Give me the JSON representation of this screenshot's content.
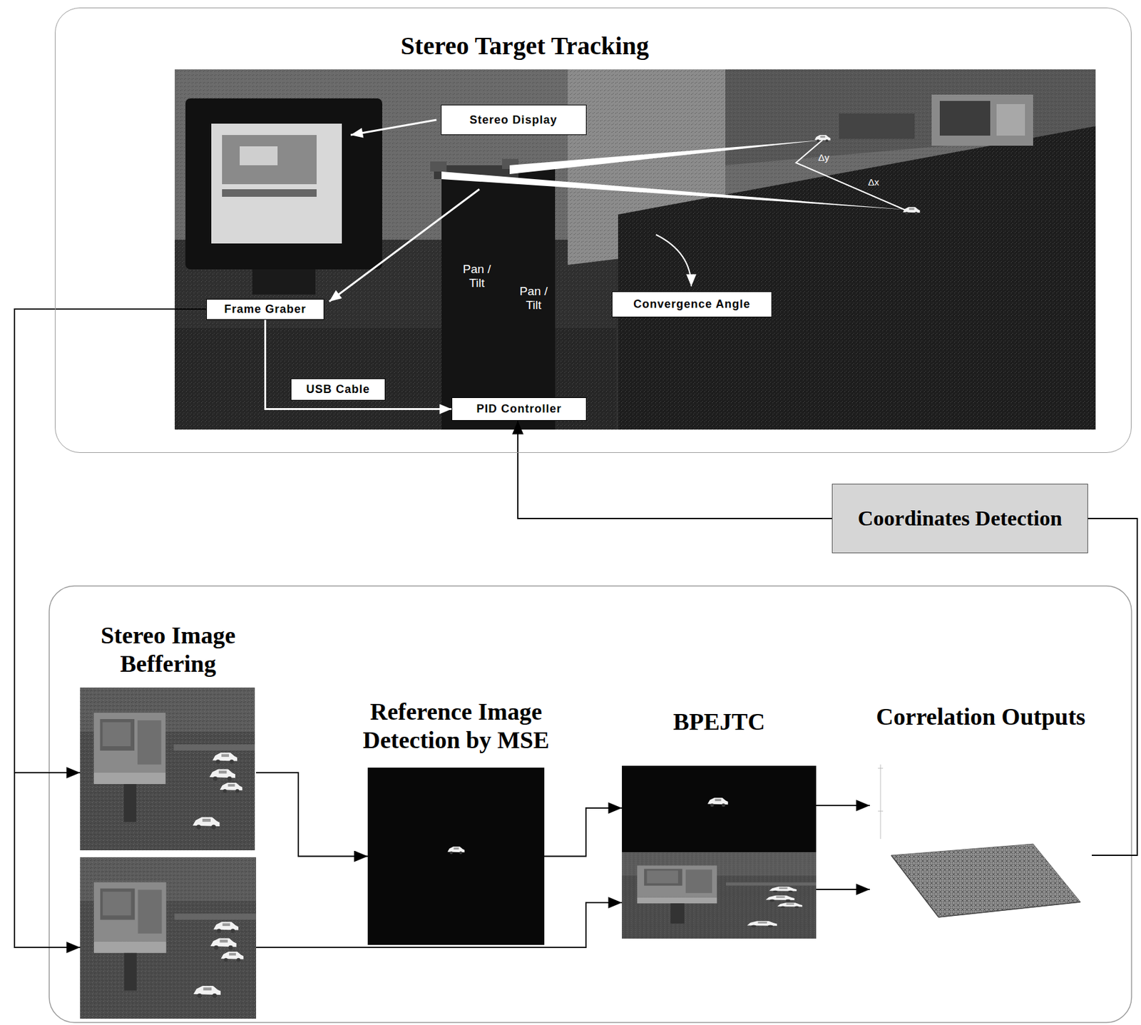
{
  "diagram": {
    "nodes": [
      {
        "text": [
          "Stereo Target Tracking"
        ]
      },
      {
        "text": [
          "Stereo Display"
        ],
        "in": 0
      },
      {
        "text": [
          "Frame Graber"
        ],
        "in": 0
      },
      {
        "text": [
          "Convergence Angle"
        ],
        "in": 0
      },
      {
        "text": [
          "PID Controller"
        ],
        "in": 0
      },
      {
        "text": [
          "Coordinates Detection"
        ]
      },
      {
        "text": [
          "Stereo Image Beffering"
        ]
      },
      {
        "text": [
          "Reference Image Detection by MSE"
        ]
      },
      {
        "text": [
          "BPEJTC"
        ]
      },
      {
        "text": [
          "Correlation Outputs"
        ]
      }
    ],
    "edges": [
      {
        "from": 2,
        "to": 6,
        "arrow": "to"
      },
      {
        "from": 2,
        "to": 4,
        "label": "USB Cable",
        "arrow": "to"
      },
      {
        "from": 6,
        "to": 7,
        "arrow": "to"
      },
      {
        "from": 7,
        "to": 8,
        "arrow": "to"
      },
      {
        "from": 6,
        "to": 8,
        "arrow": "to"
      },
      {
        "from": 8,
        "to": 9,
        "arrow": "to"
      },
      {
        "from": 8,
        "to": 9,
        "arrow": "to"
      },
      {
        "from": 9,
        "to": 5,
        "arrow": "none"
      },
      {
        "from": 5,
        "to": 4,
        "arrow": "to"
      }
    ],
    "labels": [
      "Pan / Tilt",
      "Pan / Tilt",
      "Δy",
      "Δx"
    ]
  }
}
